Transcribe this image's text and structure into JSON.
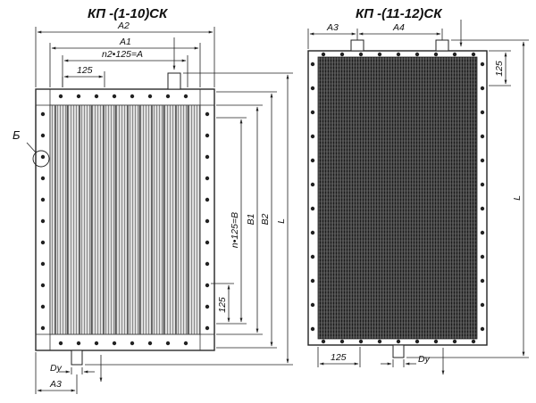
{
  "left_unit": {
    "title": "КП -(1-10)СК",
    "dims": {
      "a2": "А2",
      "a1": "А1",
      "pitch_a": "n2•125=А",
      "step_top": "125",
      "pitch_b": "n•125=В",
      "b1": "В1",
      "b2": "В2",
      "l": "L",
      "step_side": "125",
      "dy": "Dy",
      "a3": "А3"
    },
    "callout": "Б"
  },
  "right_unit": {
    "title": "КП -(11-12)СК",
    "dims": {
      "a3": "А3",
      "a4": "А4",
      "step_side": "125",
      "l": "L",
      "step_bottom": "125",
      "dy": "Dy"
    }
  },
  "colors": {
    "line": "#222222",
    "fin_light": "#9a9a9a",
    "fin_dark": "#2a2a2a"
  }
}
